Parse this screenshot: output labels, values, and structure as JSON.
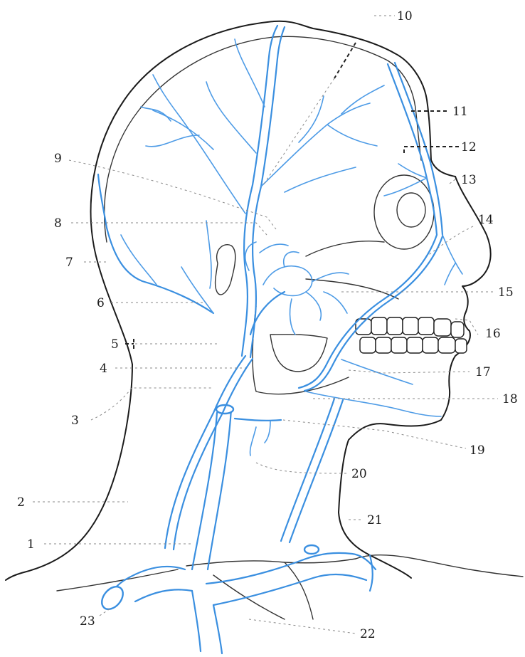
{
  "labels": [
    "1",
    "2",
    "3",
    "4",
    "5",
    "6",
    "7",
    "8",
    "9",
    "10",
    "11",
    "12",
    "13",
    "14",
    "15",
    "16",
    "17",
    "18",
    "19",
    "20",
    "21",
    "22",
    "23"
  ],
  "colors": {
    "vein": "#3a8fe0",
    "outline": "#1b1b1b",
    "label_text": "#1a1a1a",
    "background": "#ffffff"
  }
}
